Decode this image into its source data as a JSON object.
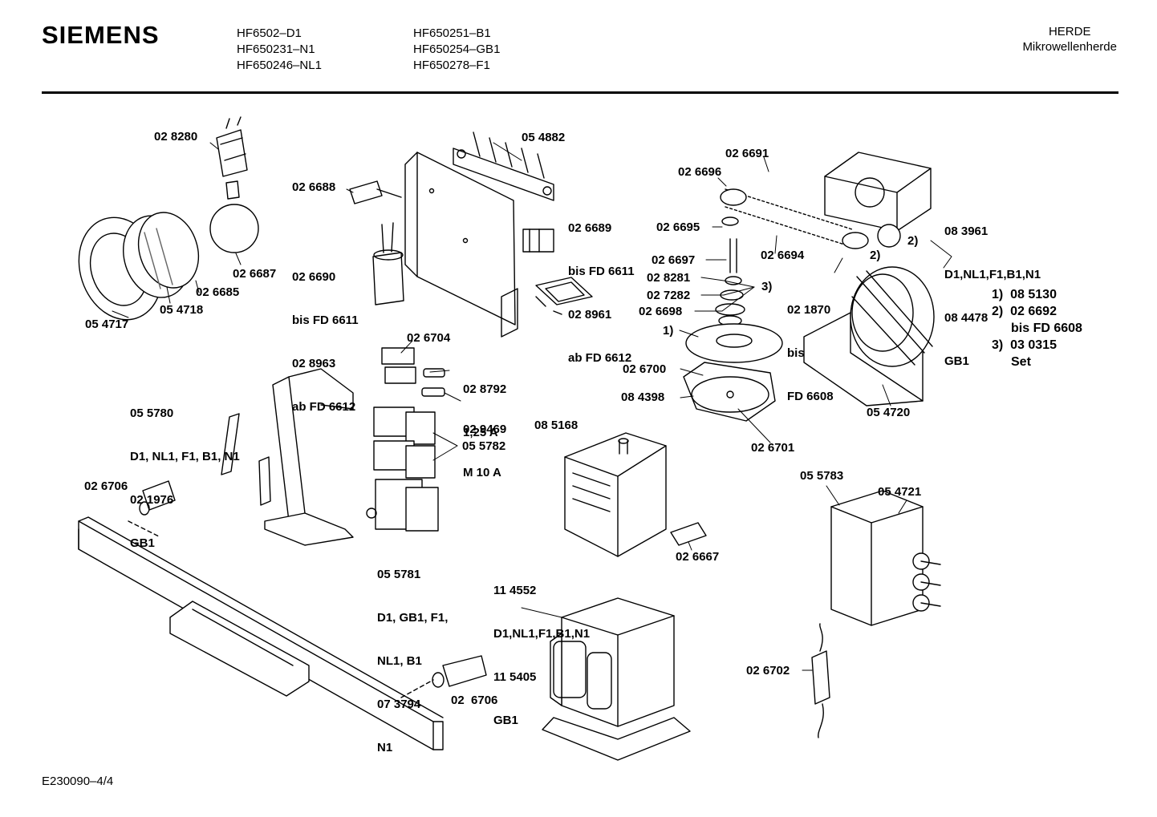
{
  "header": {
    "brand": "SIEMENS",
    "models_col1": [
      "HF6502–D1",
      "HF650231–N1",
      "HF650246–NL1"
    ],
    "models_col2": [
      "HF650251–B1",
      "HF650254–GB1",
      "HF650278–F1"
    ],
    "category": [
      "HERDE",
      "Mikrowellenherde"
    ]
  },
  "footer": {
    "doc_id": "E230090–4/4"
  },
  "legend": [
    {
      "key": "1)",
      "text": "08 5130"
    },
    {
      "key": "2)",
      "text": "02 6692"
    },
    {
      "key": "",
      "text": "bis FD 6608"
    },
    {
      "key": "3)",
      "text": "03 0315"
    },
    {
      "key": "",
      "text": "Set"
    }
  ],
  "parts": [
    {
      "id": "p028280",
      "lines": [
        "02 8280"
      ]
    },
    {
      "id": "p054882",
      "lines": [
        "05 4882"
      ]
    },
    {
      "id": "p026688",
      "lines": [
        "02 6688"
      ]
    },
    {
      "id": "p026689",
      "lines": [
        "02 6689",
        "bis FD 6611",
        "02 8961",
        "ab FD 6612"
      ]
    },
    {
      "id": "p026690",
      "lines": [
        "02 6690",
        "bis FD 6611",
        "02 8963",
        "ab FD 6612"
      ]
    },
    {
      "id": "p026687",
      "lines": [
        "02 6687"
      ]
    },
    {
      "id": "p026685",
      "lines": [
        "02 6685"
      ]
    },
    {
      "id": "p054718",
      "lines": [
        "05 4718"
      ]
    },
    {
      "id": "p054717",
      "lines": [
        "05 4717"
      ]
    },
    {
      "id": "p026691",
      "lines": [
        "02 6691"
      ]
    },
    {
      "id": "p026696",
      "lines": [
        "02 6696"
      ]
    },
    {
      "id": "p026695",
      "lines": [
        "02 6695"
      ]
    },
    {
      "id": "p026697",
      "lines": [
        "02 6697"
      ]
    },
    {
      "id": "p026694",
      "lines": [
        "02 6694"
      ]
    },
    {
      "id": "p028281",
      "lines": [
        "02 8281"
      ]
    },
    {
      "id": "p027282",
      "lines": [
        "02 7282"
      ]
    },
    {
      "id": "p026698",
      "lines": [
        "02 6698"
      ]
    },
    {
      "id": "p021870",
      "lines": [
        "02 1870",
        "bis",
        "FD 6608"
      ]
    },
    {
      "id": "p083961",
      "lines": [
        "08 3961",
        "D1,NL1,F1,B1,N1",
        "08 4478",
        "GB1"
      ]
    },
    {
      "id": "ref1",
      "lines": [
        "1)"
      ]
    },
    {
      "id": "ref3",
      "lines": [
        "3)"
      ]
    },
    {
      "id": "ref2a",
      "lines": [
        "2)"
      ]
    },
    {
      "id": "ref2b",
      "lines": [
        "2)"
      ]
    },
    {
      "id": "p026704",
      "lines": [
        "02 6704"
      ]
    },
    {
      "id": "p028792",
      "lines": [
        "02 8792",
        "1,25 A"
      ]
    },
    {
      "id": "p029469",
      "lines": [
        "02 9469",
        "M 10 A"
      ]
    },
    {
      "id": "p055780",
      "lines": [
        "05 5780",
        "D1, NL1, F1, B1, N1",
        "02 1976",
        "GB1"
      ]
    },
    {
      "id": "p055782",
      "lines": [
        "05 5782"
      ]
    },
    {
      "id": "p026700",
      "lines": [
        "02 6700"
      ]
    },
    {
      "id": "p084398",
      "lines": [
        "08 4398"
      ]
    },
    {
      "id": "p026701",
      "lines": [
        "02 6701"
      ]
    },
    {
      "id": "p054720",
      "lines": [
        "05 4720"
      ]
    },
    {
      "id": "p085168",
      "lines": [
        "08 5168"
      ]
    },
    {
      "id": "p026706a",
      "lines": [
        "02 6706"
      ]
    },
    {
      "id": "p055781",
      "lines": [
        "05 5781",
        "D1, GB1, F1,",
        "NL1, B1",
        "07 3794",
        "N1"
      ]
    },
    {
      "id": "p114552",
      "lines": [
        "11 4552",
        "D1,NL1,F1,B1,N1",
        "11 5405",
        "GB1"
      ]
    },
    {
      "id": "p026667",
      "lines": [
        "02 6667"
      ]
    },
    {
      "id": "p055783",
      "lines": [
        "05 5783"
      ]
    },
    {
      "id": "p054721",
      "lines": [
        "05 4721"
      ]
    },
    {
      "id": "p026702",
      "lines": [
        "02 6702"
      ]
    },
    {
      "id": "p026706b",
      "lines": [
        "02  6706"
      ]
    }
  ]
}
